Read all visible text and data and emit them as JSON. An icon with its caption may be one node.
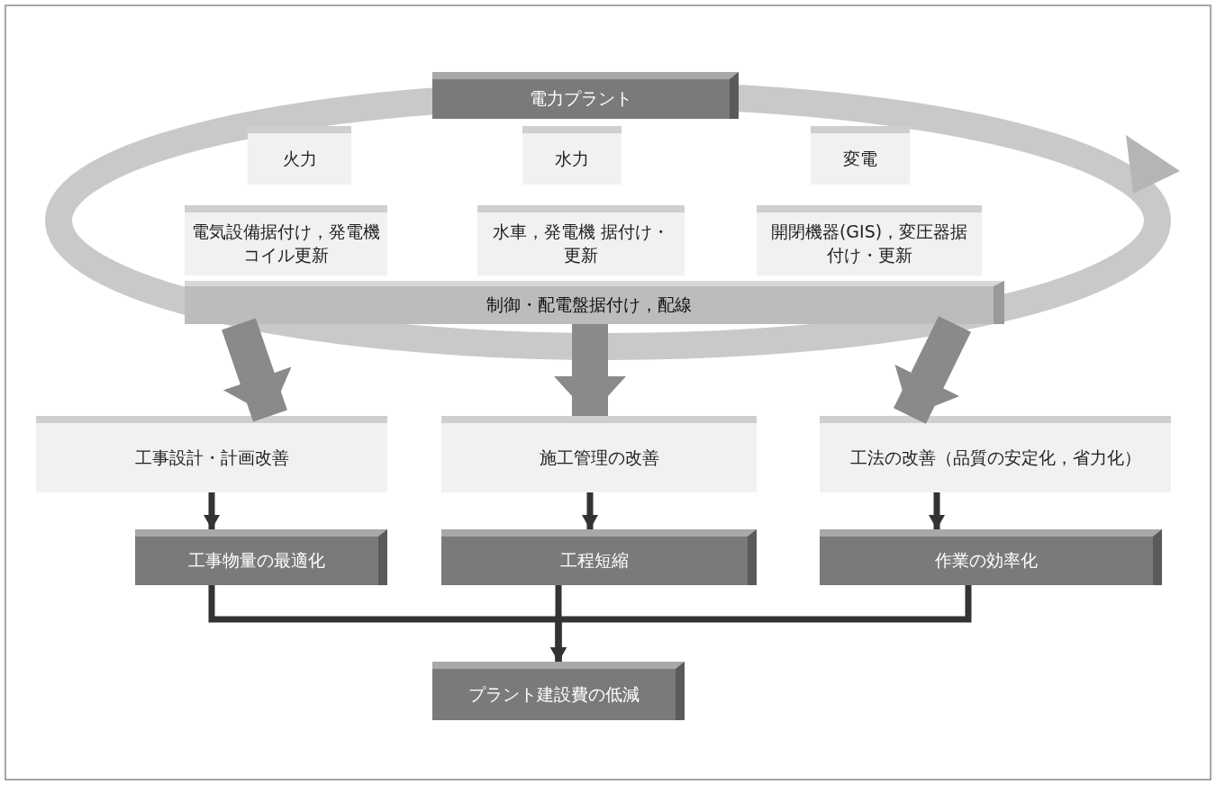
{
  "diagram": {
    "nodes": [
      {
        "text": [
          "電力プラント"
        ]
      },
      {
        "text": [
          "火力"
        ]
      },
      {
        "text": [
          "電気設備据付け，発電機コイル更新"
        ]
      },
      {
        "text": [
          "水力"
        ]
      },
      {
        "text": [
          "水車，発電機 据付け・更新"
        ]
      },
      {
        "text": [
          "変電"
        ]
      },
      {
        "text": [
          "開閉機器(GIS)，変圧器据付け・更新"
        ]
      },
      {
        "text": [
          "制御・配電盤据付け，配線"
        ]
      },
      {
        "text": [
          "工事設計・計画改善"
        ]
      },
      {
        "text": [
          "施工管理の改善"
        ]
      },
      {
        "text": [
          "工法の改善（品質の安定化，省力化）"
        ]
      },
      {
        "text": [
          "工事物量の最適化"
        ]
      },
      {
        "text": [
          "工程短縮"
        ]
      },
      {
        "text": [
          "作業の効率化"
        ]
      },
      {
        "text": [
          "プラント建設費の低減"
        ]
      }
    ],
    "edges": [
      {
        "from": 7,
        "to": 8,
        "arrow": "to",
        "style": "thick"
      },
      {
        "from": 7,
        "to": 9,
        "arrow": "to",
        "style": "thick"
      },
      {
        "from": 7,
        "to": 10,
        "arrow": "to",
        "style": "thick"
      },
      {
        "from": 8,
        "to": 11,
        "arrow": "to"
      },
      {
        "from": 9,
        "to": 12,
        "arrow": "to"
      },
      {
        "from": 10,
        "to": 13,
        "arrow": "to"
      },
      {
        "from": 11,
        "to": 14,
        "arrow": "to"
      },
      {
        "from": 12,
        "to": 14,
        "arrow": "to"
      },
      {
        "from": 13,
        "to": 14,
        "arrow": "to"
      }
    ]
  }
}
